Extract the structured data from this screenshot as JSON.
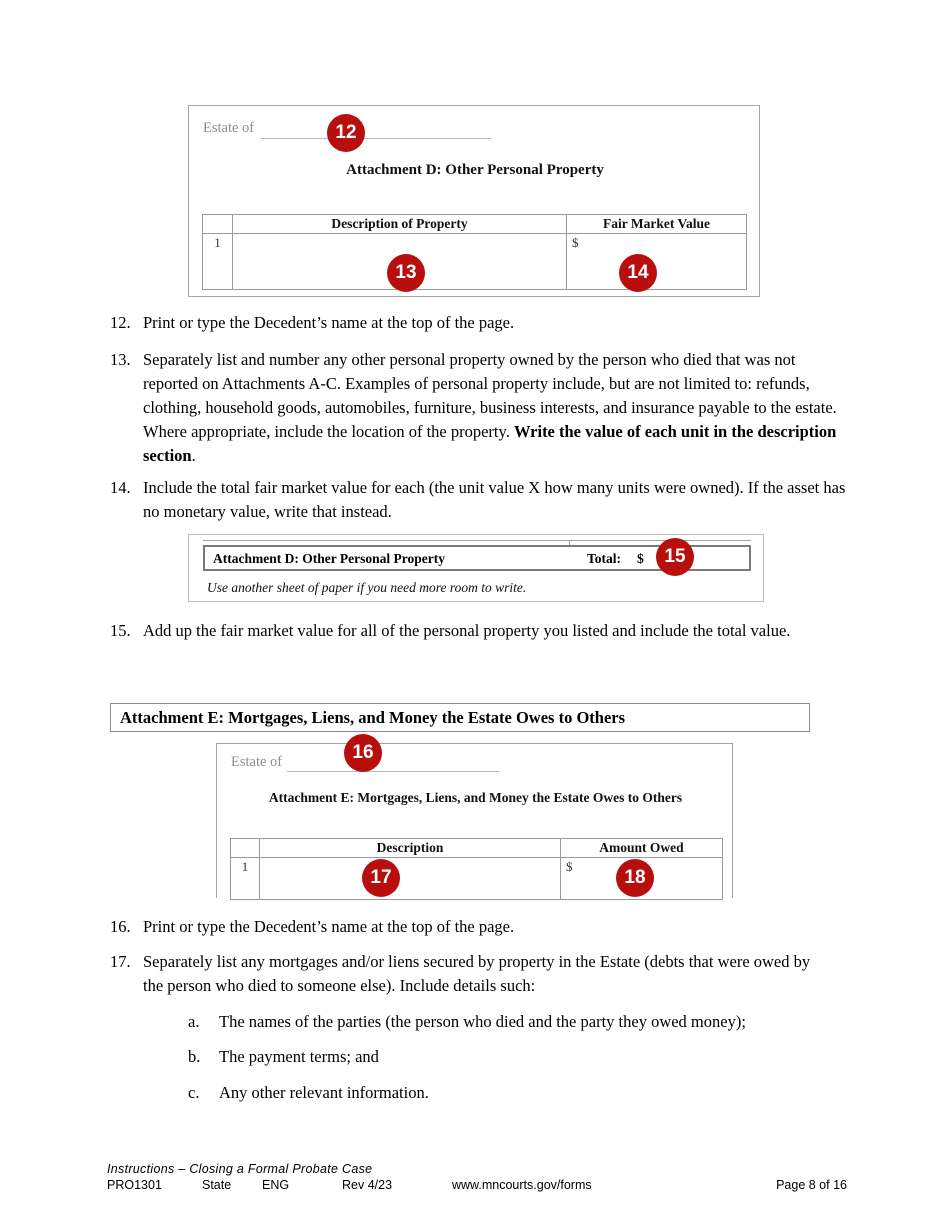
{
  "colors": {
    "badge_red": "#b80e0e",
    "form_border": "#a6a6a6",
    "estate_gray": "#8d8d8d"
  },
  "form_d": {
    "estate_label": "Estate of",
    "title": "Attachment D: Other Personal Property",
    "columns": [
      "",
      "Description of Property",
      "Fair Market Value"
    ],
    "rows": [
      {
        "number": "1",
        "description": "",
        "value_prefix": "$"
      }
    ],
    "badges": [
      {
        "id": "12",
        "target": "estate-of-line"
      },
      {
        "id": "13",
        "target": "description-of-property-cell"
      },
      {
        "id": "14",
        "target": "fair-market-value-cell"
      }
    ]
  },
  "total_d": {
    "label": "Attachment D: Other Personal Property",
    "total_label": "Total:",
    "dollar": "$",
    "note": "Use another sheet of paper if you need more room to write.",
    "badges": [
      {
        "id": "15",
        "target": "total-amount-field"
      }
    ]
  },
  "section_e": {
    "header": "Attachment E: Mortgages, Liens, and Money the Estate Owes to Others"
  },
  "form_e": {
    "estate_label": "Estate of",
    "title": "Attachment E: Mortgages, Liens, and Money the Estate Owes to Others",
    "columns": [
      "",
      "Description",
      "Amount Owed"
    ],
    "rows": [
      {
        "number": "1",
        "description": "",
        "value_prefix": "$"
      }
    ],
    "badges": [
      {
        "id": "16",
        "target": "estate-of-line"
      },
      {
        "id": "17",
        "target": "description-cell"
      },
      {
        "id": "18",
        "target": "amount-owed-cell"
      }
    ]
  },
  "instructions": [
    {
      "number": "12.",
      "text": "Print or type the Decedent’s name at the top of the page."
    },
    {
      "number": "13.",
      "text_part1": "Separately list and number any other personal property owned by the person who died that was not reported on Attachments A-C. Examples of personal property include, but are not limited to: refunds, clothing, household goods, automobiles, furniture, business interests, and insurance payable to the estate. Where appropriate, include the location of the property. ",
      "text_bold": "Write the value of each unit in the description section",
      "text_part2": "."
    },
    {
      "number": "14.",
      "text": "Include the total fair market value for each (the unit value X how many units were owned). If the asset has no monetary value, write that instead."
    },
    {
      "number": "15.",
      "text": "Add up the fair market value for all of the personal property you listed and include the total value."
    },
    {
      "number": "16.",
      "text": "Print or type the Decedent’s name at the top of the page."
    },
    {
      "number": "17.",
      "text": "Separately list any mortgages and/or liens secured by property in the Estate (debts that were owed by the person who died to someone else). Include details such:"
    }
  ],
  "sub_items": [
    {
      "letter": "a.",
      "text": "The names of the parties (the person who died and the party they owed money);"
    },
    {
      "letter": "b.",
      "text": "The payment terms; and"
    },
    {
      "letter": "c.",
      "text": "Any other relevant information."
    }
  ],
  "footer": {
    "title": "Instructions – Closing  a Formal Probate  Case",
    "code": "PRO1301",
    "state": "State",
    "language": "ENG",
    "revision": "Rev 4/23",
    "url": "www.mncourts.gov/forms",
    "page": "Page 8 of 16"
  }
}
